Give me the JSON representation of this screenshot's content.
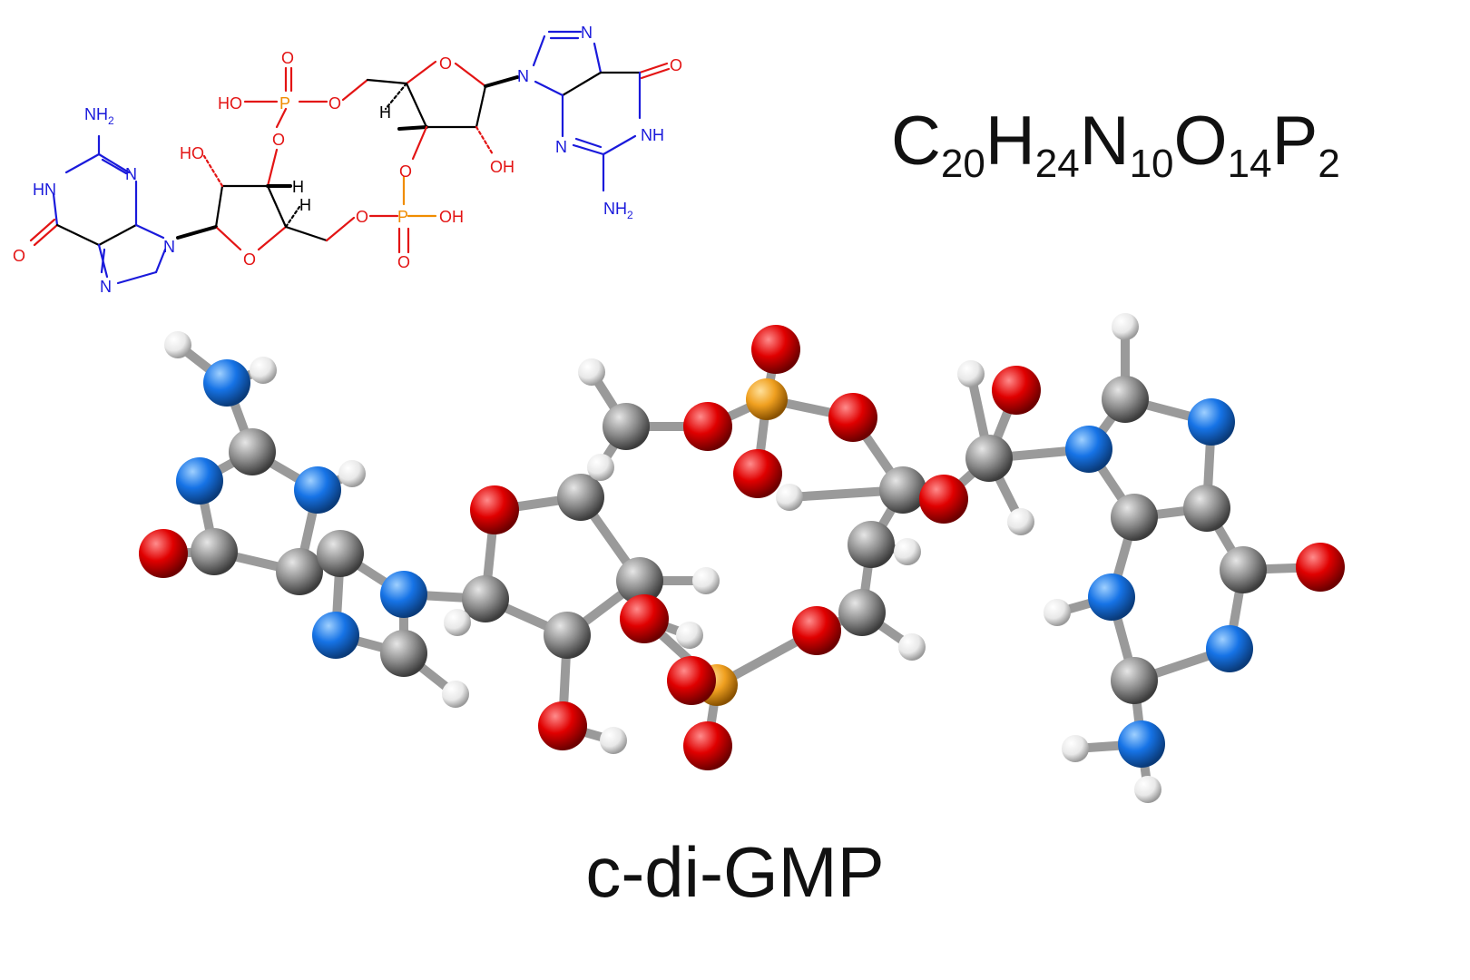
{
  "name": "c-di-GMP",
  "formula": [
    {
      "el": "C",
      "n": "20"
    },
    {
      "el": "H",
      "n": "24"
    },
    {
      "el": "N",
      "n": "10"
    },
    {
      "el": "O",
      "n": "14"
    },
    {
      "el": "P",
      "n": "2"
    }
  ],
  "structure_labels": {
    "nh2_a": "NH",
    "nh2_a_sub": "2",
    "nh2_b": "NH",
    "nh2_b_sub": "2",
    "hn": "HN",
    "nh": "NH",
    "n1": "N",
    "n2": "N",
    "n3": "N",
    "n4": "N",
    "n5": "N",
    "n6": "N",
    "o_keto_a": "O",
    "o_keto_b": "O",
    "o_ring_a": "O",
    "o_ring_b": "O",
    "ho_a": "HO",
    "oh_a": "OH",
    "ho_p1": "HO",
    "oh_p2": "OH",
    "o_p1_top": "O",
    "o_p1_br": "O",
    "o_p1_down": "O",
    "o_p2_up": "O",
    "o_p2_left": "O",
    "o_p2_down": "O",
    "p1": "P",
    "p2": "P",
    "h_a": "H",
    "h_b": "H",
    "h_c": "H"
  },
  "colors": {
    "carbon": "#8c8c8c",
    "oxygen": "#e00000",
    "nitrogen": "#1673e6",
    "phosphorus": "#f0a020",
    "hydrogen": "#f2f2f2",
    "skeletal_n": "#1a1adb",
    "skeletal_o": "#e31414",
    "skeletal_p": "#f08c00"
  }
}
